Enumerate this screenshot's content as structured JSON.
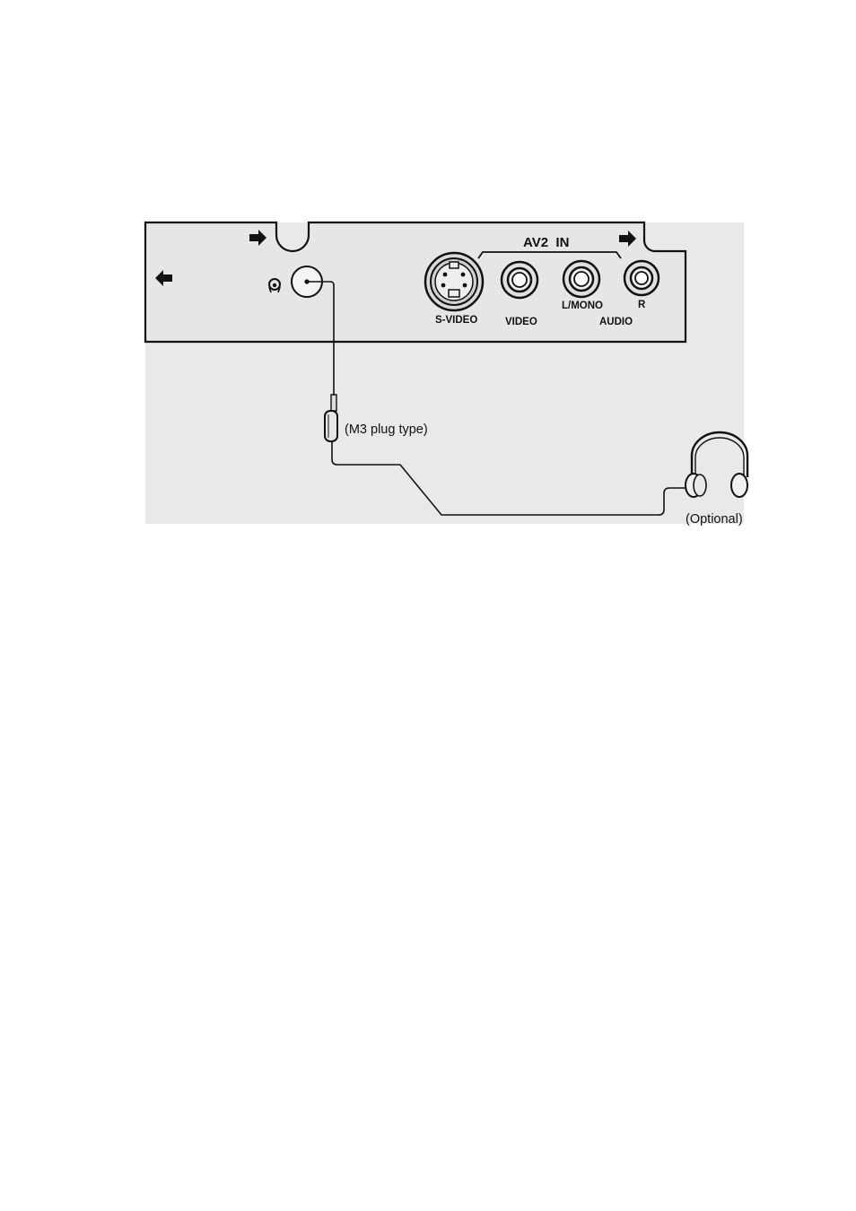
{
  "panel": {
    "group_label": "AV2  IN",
    "jacks": {
      "s_video": "S-VIDEO",
      "video": "VIDEO",
      "l_mono": "L/MONO",
      "r": "R",
      "audio": "AUDIO"
    }
  },
  "callouts": {
    "plug": "(M3 plug type)",
    "headphones": "(Optional)"
  },
  "icons": {
    "arrow_right_top": "arrow-right-icon",
    "arrow_left": "arrow-left-icon",
    "arrow_right_av": "arrow-right-icon",
    "headphone_symbol": "headphone-symbol-icon",
    "headphones": "headphones-icon",
    "plug": "plug-icon"
  },
  "colors": {
    "background": "#ffffff",
    "panel_fill": "#e9e9e9",
    "line": "#111111"
  }
}
